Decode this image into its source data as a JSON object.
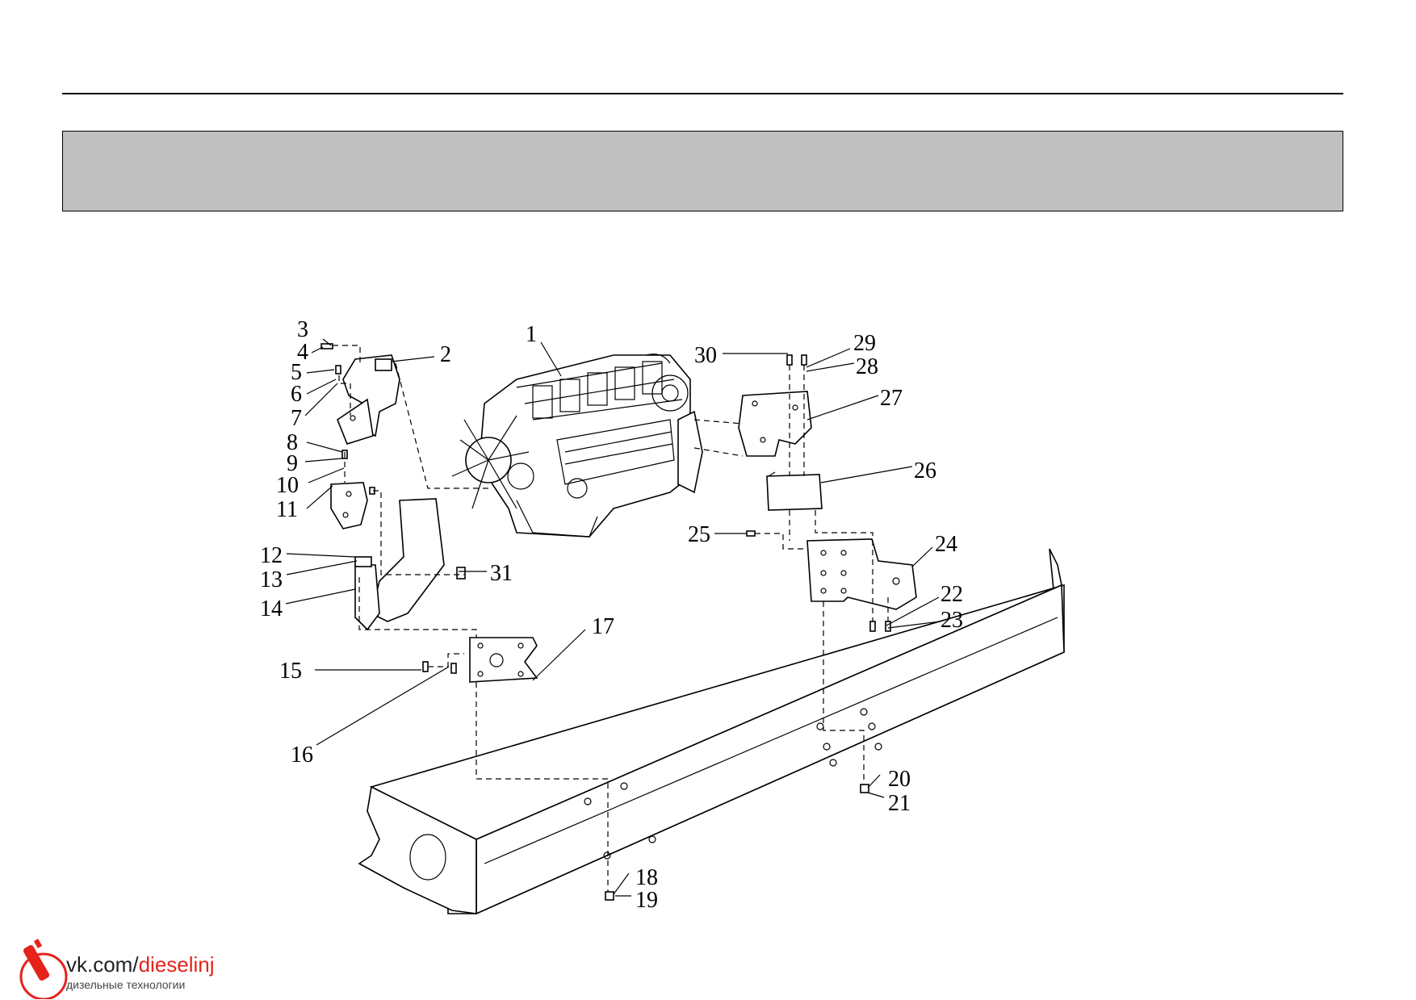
{
  "callouts": [
    {
      "label": "1"
    },
    {
      "label": "2"
    },
    {
      "label": "3"
    },
    {
      "label": "4"
    },
    {
      "label": "5"
    },
    {
      "label": "6"
    },
    {
      "label": "7"
    },
    {
      "label": "8"
    },
    {
      "label": "9"
    },
    {
      "label": "10"
    },
    {
      "label": "11"
    },
    {
      "label": "12"
    },
    {
      "label": "13"
    },
    {
      "label": "14"
    },
    {
      "label": "15"
    },
    {
      "label": "16"
    },
    {
      "label": "17"
    },
    {
      "label": "18"
    },
    {
      "label": "19"
    },
    {
      "label": "20"
    },
    {
      "label": "21"
    },
    {
      "label": "22"
    },
    {
      "label": "23"
    },
    {
      "label": "24"
    },
    {
      "label": "25"
    },
    {
      "label": "26"
    },
    {
      "label": "27"
    },
    {
      "label": "28"
    },
    {
      "label": "29"
    },
    {
      "label": "30"
    },
    {
      "label": "31"
    }
  ],
  "watermark": {
    "prefix": "vk.com/",
    "name": "dieselinj",
    "subtitle": "дизельные технологии"
  },
  "colors": {
    "band": "#c0c0c0",
    "watermark_accent": "#e5231b"
  }
}
